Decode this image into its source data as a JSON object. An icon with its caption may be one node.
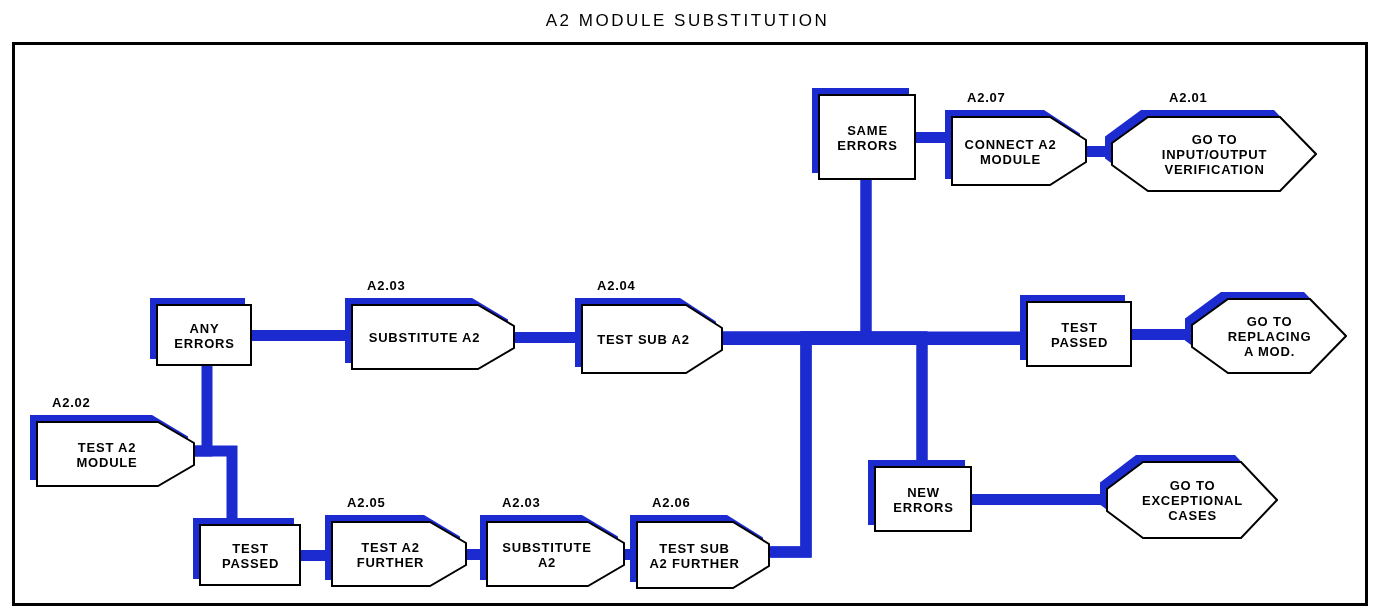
{
  "diagram": {
    "title": "A2 MODULE SUBSTITUTION",
    "nodes": [
      {
        "text": [
          "TEST A2 MODULE"
        ],
        "beside": [
          "A2.02"
        ]
      },
      {
        "text": [
          "ANY ERRORS"
        ]
      },
      {
        "text": [
          "SUBSTITUTE A2"
        ],
        "beside": [
          "A2.03"
        ]
      },
      {
        "text": [
          "TEST SUB A2"
        ],
        "beside": [
          "A2.04"
        ]
      },
      {
        "text": [
          "TEST PASSED"
        ]
      },
      {
        "text": [
          "TEST A2 FURTHER"
        ],
        "beside": [
          "A2.05"
        ]
      },
      {
        "text": [
          "SUBSTITUTE A2"
        ],
        "beside": [
          "A2.03"
        ]
      },
      {
        "text": [
          "TEST SUB A2 FURTHER"
        ],
        "beside": [
          "A2.06"
        ]
      },
      {
        "text": [
          "SAME ERRORS"
        ]
      },
      {
        "text": [
          "CONNECT A2 MODULE"
        ],
        "beside": [
          "A2.07"
        ]
      },
      {
        "text": [
          "GO TO INPUT/OUTPUT VERIFICATION"
        ],
        "beside": [
          "A2.01"
        ]
      },
      {
        "text": [
          "TEST PASSED"
        ]
      },
      {
        "text": [
          "GO TO REPLACING A MOD."
        ]
      },
      {
        "text": [
          "NEW ERRORS"
        ]
      },
      {
        "text": [
          "GO TO EXCEPTIONAL CASES"
        ]
      }
    ],
    "edges": [
      {
        "from": 0,
        "to": 1,
        "arrow": "none"
      },
      {
        "from": 0,
        "to": 4,
        "arrow": "none"
      },
      {
        "from": 1,
        "to": 2,
        "arrow": "none"
      },
      {
        "from": 2,
        "to": 3,
        "arrow": "none"
      },
      {
        "from": 4,
        "to": 5,
        "arrow": "none"
      },
      {
        "from": 5,
        "to": 6,
        "arrow": "none"
      },
      {
        "from": 6,
        "to": 7,
        "arrow": "none"
      },
      {
        "from": 3,
        "to": 8,
        "arrow": "none"
      },
      {
        "from": 3,
        "to": 11,
        "arrow": "none"
      },
      {
        "from": 3,
        "to": 13,
        "arrow": "none"
      },
      {
        "from": 7,
        "to": 8,
        "arrow": "none"
      },
      {
        "from": 7,
        "to": 11,
        "arrow": "none"
      },
      {
        "from": 7,
        "to": 13,
        "arrow": "none"
      },
      {
        "from": 8,
        "to": 9,
        "arrow": "none"
      },
      {
        "from": 9,
        "to": 10,
        "arrow": "none"
      },
      {
        "from": 11,
        "to": 12,
        "arrow": "none"
      },
      {
        "from": 13,
        "to": 14,
        "arrow": "none"
      }
    ]
  }
}
